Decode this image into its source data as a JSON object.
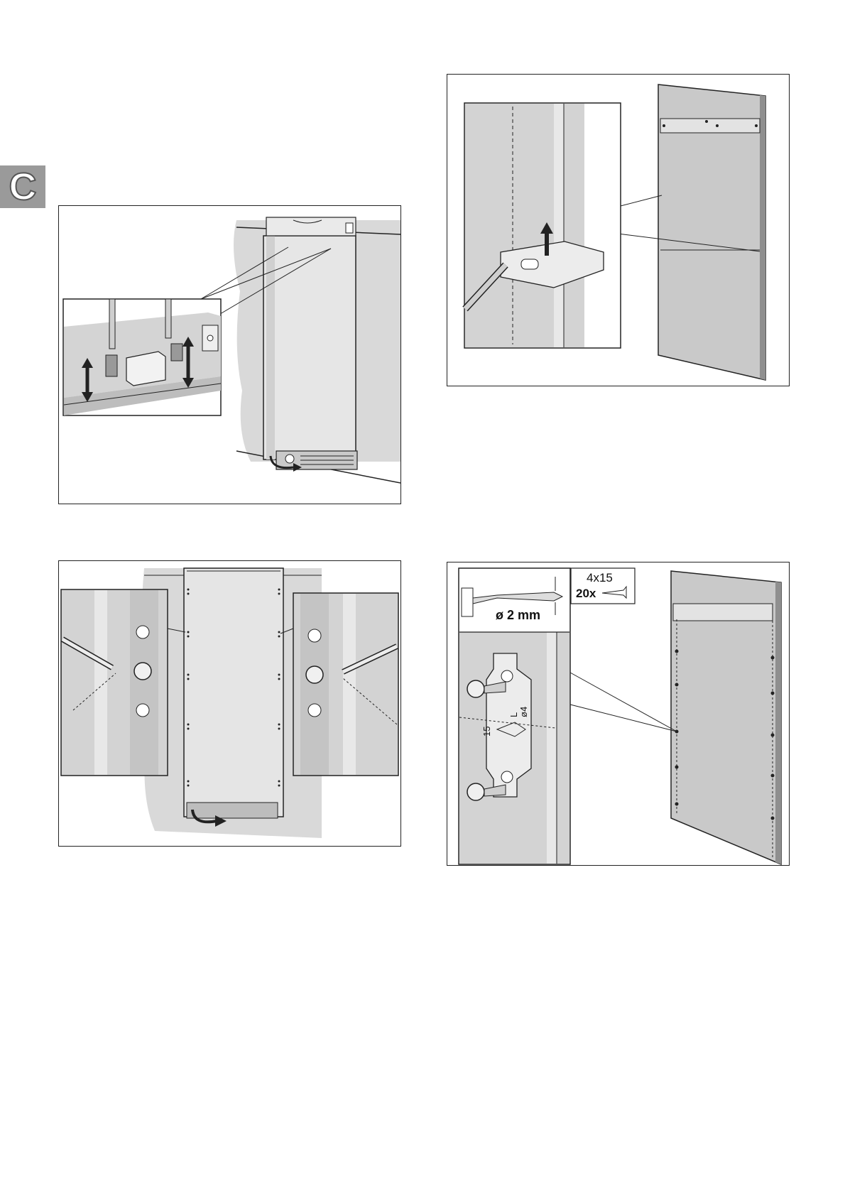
{
  "section": {
    "letter": "C"
  },
  "figures": {
    "fig4": {
      "drill_label": "ø 2 mm",
      "screw_size": "4x15",
      "screw_count": "20x",
      "template_mark_15": "15",
      "template_mark_l": "L",
      "template_mark_diam": "ø4"
    }
  },
  "colors": {
    "panel_gray": "#c8c8c8",
    "panel_dark": "#9a9a9a",
    "line": "#222222"
  }
}
